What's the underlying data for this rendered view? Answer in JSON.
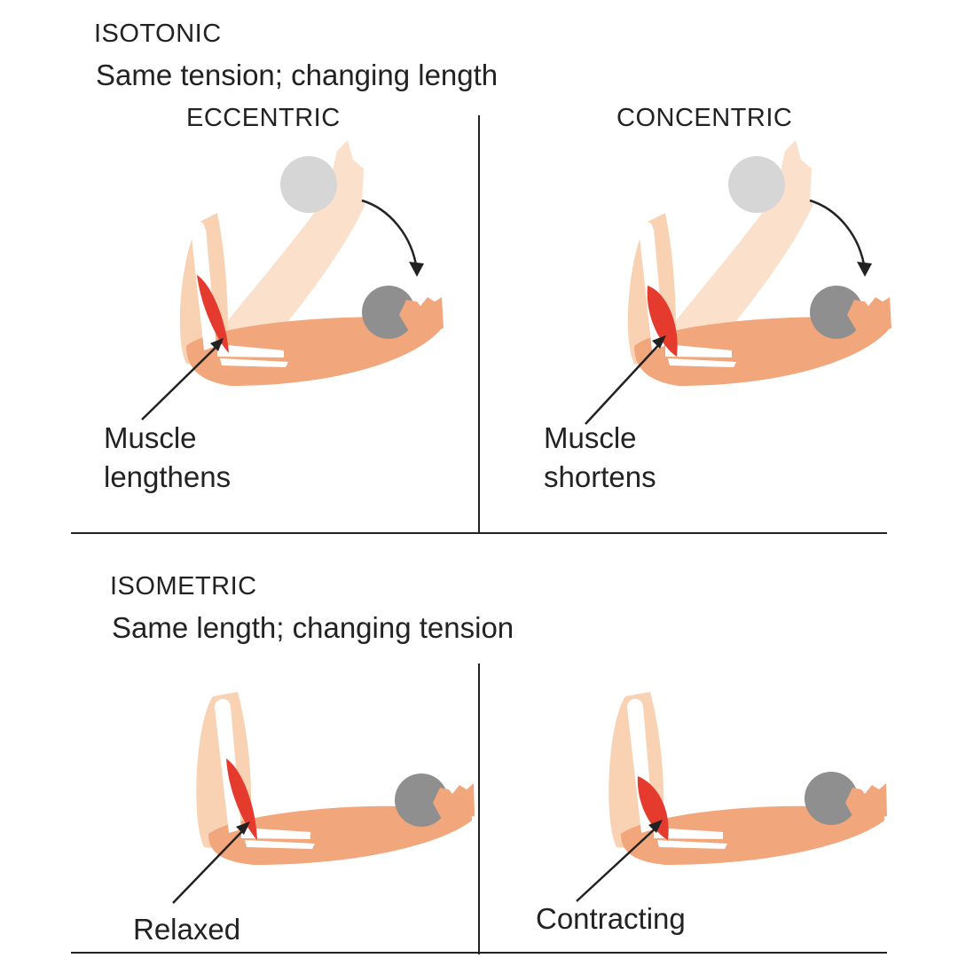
{
  "isotonic": {
    "title": "ISOTONIC",
    "subtitle": "Same tension; changing length",
    "eccentric": {
      "title": "ECCENTRIC",
      "label_line1": "Muscle",
      "label_line2": "lengthens"
    },
    "concentric": {
      "title": "CONCENTRIC",
      "label_line1": "Muscle",
      "label_line2": "shortens"
    }
  },
  "isometric": {
    "title": "ISOMETRIC",
    "subtitle": "Same length; changing tension",
    "relaxed": {
      "label": "Relaxed"
    },
    "contracting": {
      "label": "Contracting"
    }
  },
  "colors": {
    "skin_light": "#f9d2b3",
    "skin_arm": "#f2a67c",
    "skin_faded": "#fbe0cc",
    "muscle": "#e53b2f",
    "bone": "#ffffff",
    "ball_dark": "#8f8f8f",
    "ball_faded": "#d6d6d6",
    "line": "#222222"
  },
  "icons": {
    "motion_arrow": "curved-arrow-icon",
    "pointer": "pointer-arrow-icon"
  }
}
